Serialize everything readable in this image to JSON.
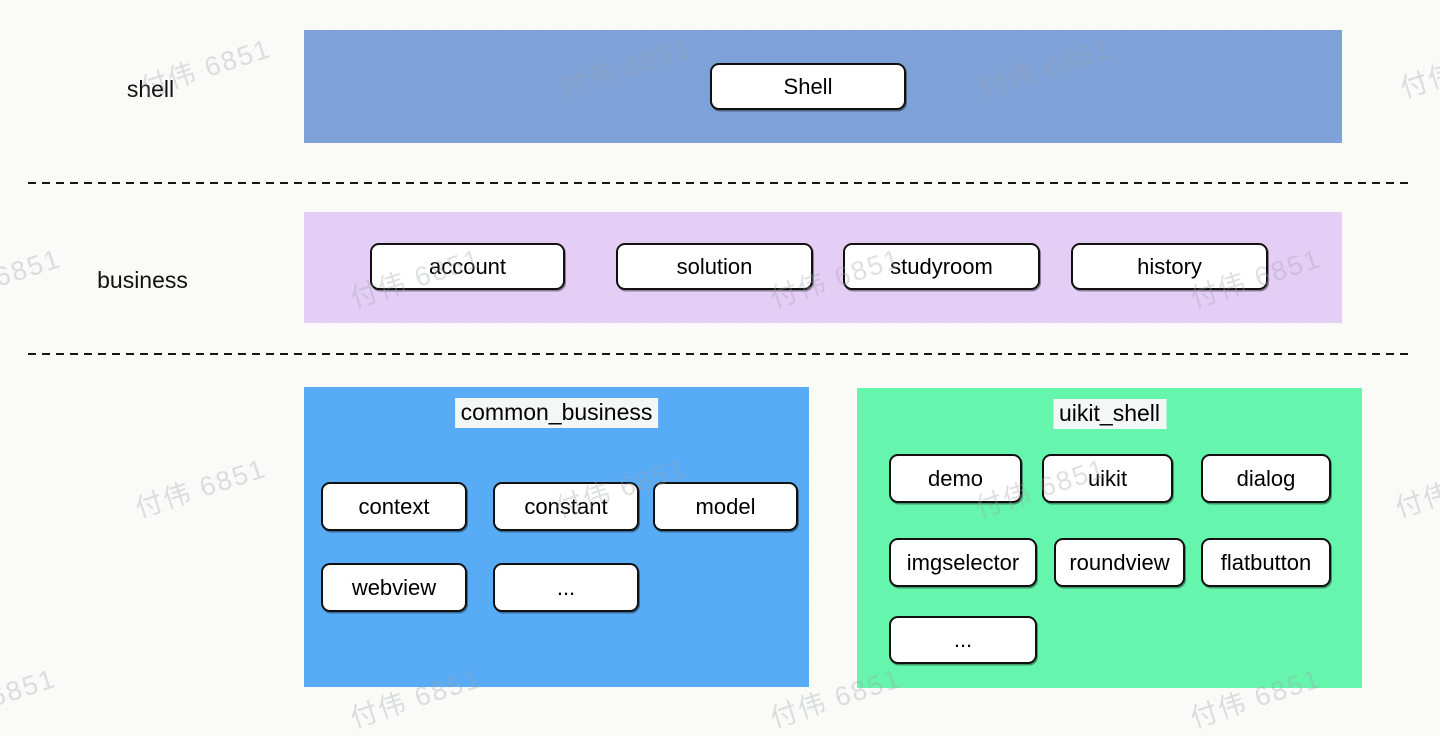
{
  "watermark": {
    "text": "付伟 6851"
  },
  "colors": {
    "shell_band": "#7EA1D8",
    "business_band": "#E4CEF6",
    "common_business_box": "#58ACF5",
    "uikit_shell_box": "#66F5AC"
  },
  "rows": {
    "shell": {
      "label": "shell",
      "items": [
        "Shell"
      ]
    },
    "business": {
      "label": "business",
      "items": [
        "account",
        "solution",
        "studyroom",
        "history"
      ]
    }
  },
  "modules": {
    "common_business": {
      "title": "common_business",
      "items": [
        "context",
        "constant",
        "model",
        "webview",
        "..."
      ]
    },
    "uikit_shell": {
      "title": "uikit_shell",
      "items": [
        "demo",
        "uikit",
        "dialog",
        "imgselector",
        "roundview",
        "flatbutton",
        "..."
      ]
    }
  }
}
